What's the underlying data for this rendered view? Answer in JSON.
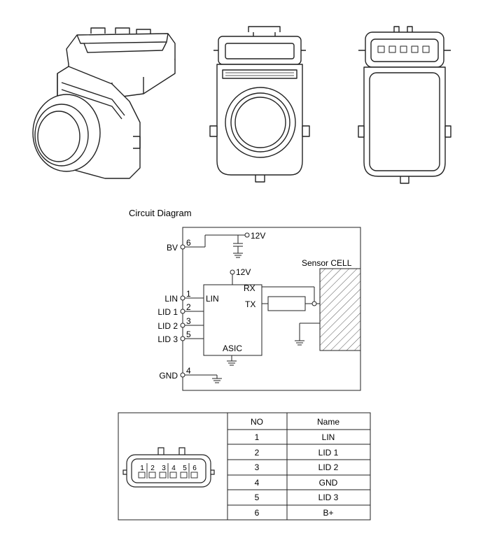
{
  "diagram_title": "Circuit Diagram",
  "supply": {
    "top": "12V",
    "asic": "12V"
  },
  "pins_left": [
    {
      "name": "BV",
      "num": "6"
    },
    {
      "name": "LIN",
      "num": "1"
    },
    {
      "name": "LID 1",
      "num": "2"
    },
    {
      "name": "LID 2",
      "num": "3"
    },
    {
      "name": "LID 3",
      "num": "5"
    },
    {
      "name": "GND",
      "num": "4"
    }
  ],
  "asic": {
    "label": "ASIC",
    "in_label": "LIN",
    "rx": "RX",
    "tx": "TX"
  },
  "sensor_label": "Sensor CELL",
  "table": {
    "headers": [
      "NO",
      "Name"
    ],
    "rows": [
      [
        "1",
        "LIN"
      ],
      [
        "2",
        "LID 1"
      ],
      [
        "3",
        "LID 2"
      ],
      [
        "4",
        "GND"
      ],
      [
        "5",
        "LID 3"
      ],
      [
        "6",
        "B+"
      ]
    ]
  },
  "connector_pins": [
    "1",
    "2",
    "3",
    "4",
    "5",
    "6"
  ]
}
